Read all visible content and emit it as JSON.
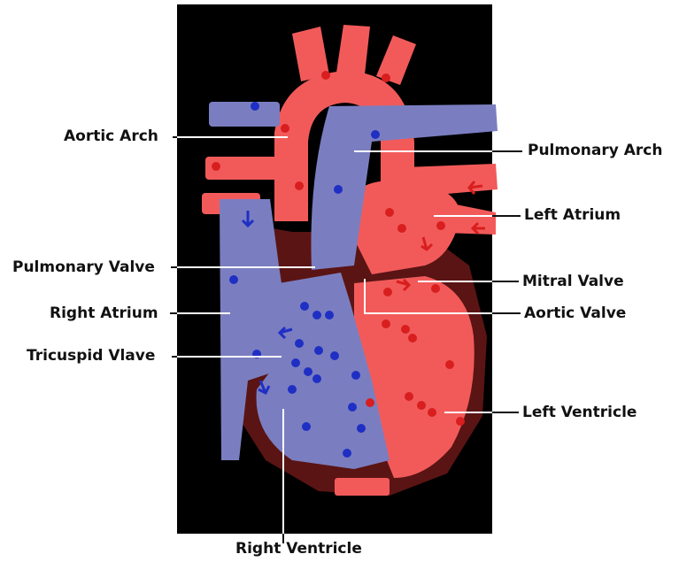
{
  "labels": {
    "aortic_arch": "Aortic Arch",
    "pulmonary_arch": "Pulmonary Arch",
    "left_atrium": "Left Atrium",
    "pulmonary_valve": "Pulmonary Valve",
    "mitral_valve": "Mitral Valve",
    "right_atrium": "Right Atrium",
    "aortic_valve": "Aortic Valve",
    "tricuspid_valve": "Tricuspid Vlave",
    "left_ventricle": "Left Ventricle",
    "right_ventricle": "Right Ventricle"
  },
  "colors": {
    "background": "#000000",
    "oxygenated_blood": "#f25a5a",
    "deoxygenated_blood": "#7a7ec0",
    "heart_wall": "#5a1414",
    "dot_red": "#d81e1e",
    "dot_blue": "#1f2fc4",
    "leader_line": "#ffffff"
  }
}
